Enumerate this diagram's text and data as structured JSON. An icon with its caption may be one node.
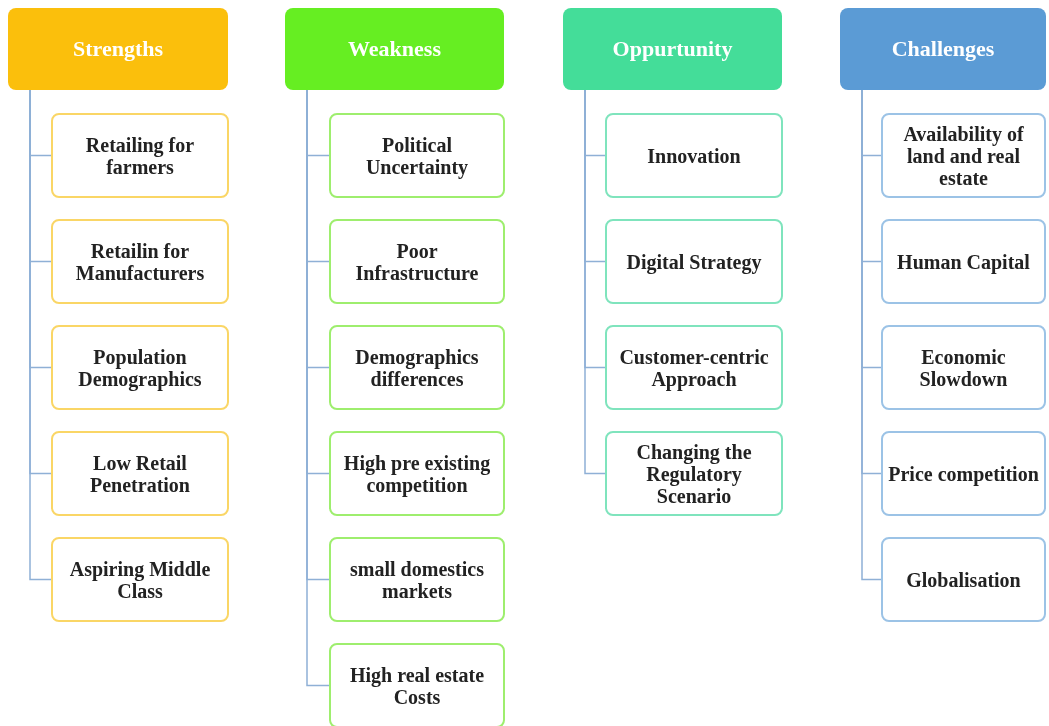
{
  "diagram": {
    "nodes": [
      {
        "text": [
          "Strengths"
        ]
      },
      {
        "text": [
          "Retailing for farmers"
        ]
      },
      {
        "text": [
          "Retailin for Manufacturers"
        ]
      },
      {
        "text": [
          "Population Demographics"
        ]
      },
      {
        "text": [
          "Low Retail Penetration"
        ]
      },
      {
        "text": [
          "Aspiring Middle Class"
        ]
      },
      {
        "text": [
          "Weakness"
        ]
      },
      {
        "text": [
          "Political Uncertainty"
        ]
      },
      {
        "text": [
          "Poor Infrastructure"
        ]
      },
      {
        "text": [
          "Demographics differences"
        ]
      },
      {
        "text": [
          "High pre existing competition"
        ]
      },
      {
        "text": [
          "small domestics markets"
        ]
      },
      {
        "text": [
          "High real estate Costs"
        ]
      },
      {
        "text": [
          "Oppurtunity"
        ]
      },
      {
        "text": [
          "Innovation"
        ]
      },
      {
        "text": [
          "Digital Strategy"
        ]
      },
      {
        "text": [
          "Customer-centric Approach"
        ]
      },
      {
        "text": [
          "Changing the Regulatory Scenario"
        ]
      },
      {
        "text": [
          "Challenges"
        ]
      },
      {
        "text": [
          "Availability of land and real estate"
        ]
      },
      {
        "text": [
          "Human Capital"
        ]
      },
      {
        "text": [
          "Economic Slowdown"
        ]
      },
      {
        "text": [
          "Price competition"
        ]
      },
      {
        "text": [
          "Globalisation"
        ]
      }
    ],
    "edges": [
      {
        "from": 0,
        "to": 1,
        "arrow": "none"
      },
      {
        "from": 0,
        "to": 2,
        "arrow": "none"
      },
      {
        "from": 0,
        "to": 3,
        "arrow": "none"
      },
      {
        "from": 0,
        "to": 4,
        "arrow": "none"
      },
      {
        "from": 0,
        "to": 5,
        "arrow": "none"
      },
      {
        "from": 6,
        "to": 7,
        "arrow": "none"
      },
      {
        "from": 6,
        "to": 8,
        "arrow": "none"
      },
      {
        "from": 6,
        "to": 9,
        "arrow": "none"
      },
      {
        "from": 6,
        "to": 10,
        "arrow": "none"
      },
      {
        "from": 6,
        "to": 11,
        "arrow": "none"
      },
      {
        "from": 6,
        "to": 12,
        "arrow": "none"
      },
      {
        "from": 13,
        "to": 14,
        "arrow": "none"
      },
      {
        "from": 13,
        "to": 15,
        "arrow": "none"
      },
      {
        "from": 13,
        "to": 16,
        "arrow": "none"
      },
      {
        "from": 13,
        "to": 17,
        "arrow": "none"
      },
      {
        "from": 18,
        "to": 19,
        "arrow": "none"
      },
      {
        "from": 18,
        "to": 20,
        "arrow": "none"
      },
      {
        "from": 18,
        "to": 21,
        "arrow": "none"
      },
      {
        "from": 18,
        "to": 22,
        "arrow": "none"
      },
      {
        "from": 18,
        "to": 23,
        "arrow": "none"
      }
    ]
  }
}
